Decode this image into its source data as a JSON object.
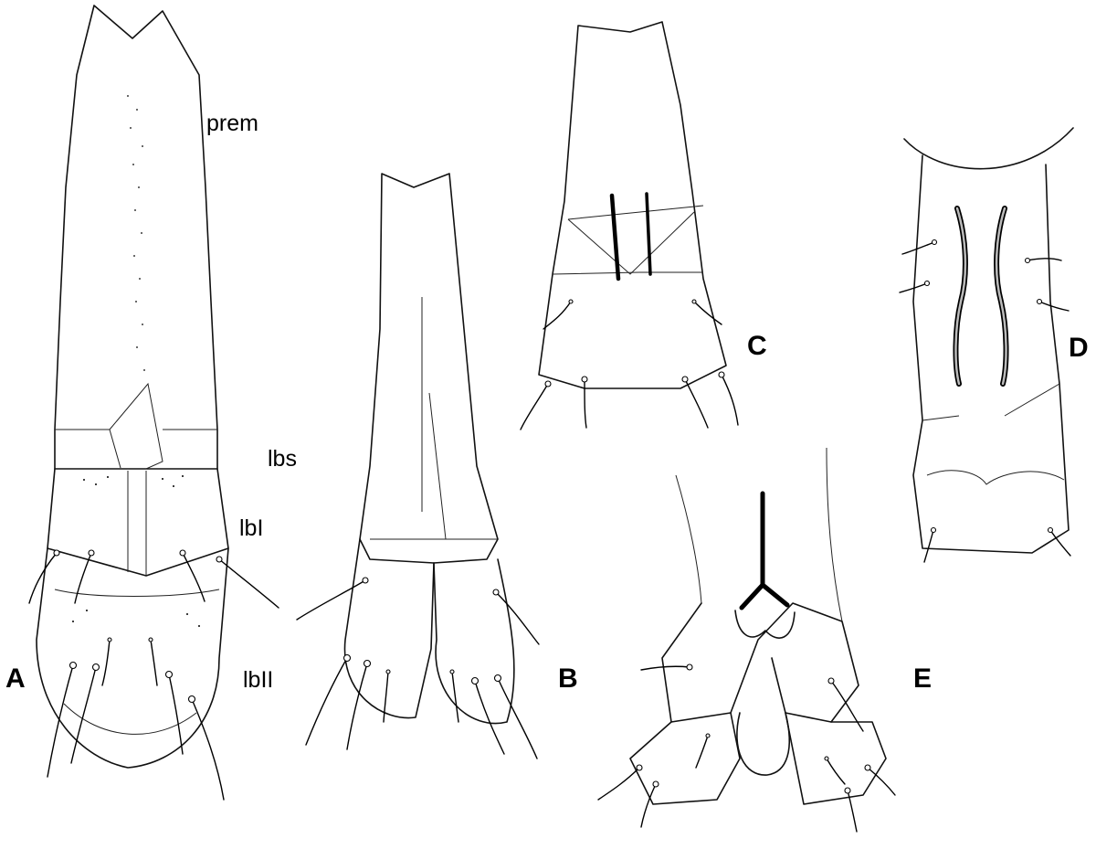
{
  "panels": [
    {
      "id": "A",
      "label": "A"
    },
    {
      "id": "B",
      "label": "B"
    },
    {
      "id": "C",
      "label": "C"
    },
    {
      "id": "D",
      "label": "D"
    },
    {
      "id": "E",
      "label": "E"
    }
  ],
  "structure_labels": {
    "prem": "prem",
    "lbs": "lbs",
    "lbl": "lbI",
    "lbll": "lbII"
  },
  "colors": {
    "ink": "#000000",
    "background": "#ffffff"
  }
}
